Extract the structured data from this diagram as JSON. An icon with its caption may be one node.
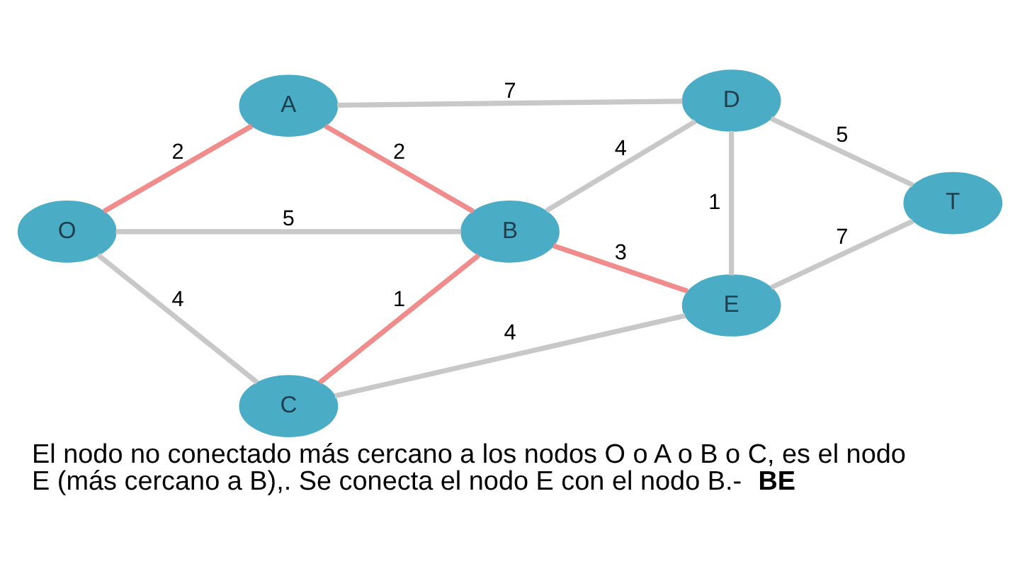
{
  "diagram": {
    "caption": "El nodo no conectado más cercano a los nodos O o A o B o C, es el nodo E (más cercano a B),. Se conecta el nodo E con el nodo B.- **BE**",
    "nodes": [
      {
        "text": [
          "O"
        ]
      },
      {
        "text": [
          "A"
        ]
      },
      {
        "text": [
          "C"
        ]
      },
      {
        "text": [
          "B"
        ]
      },
      {
        "text": [
          "D"
        ]
      },
      {
        "text": [
          "E"
        ]
      },
      {
        "text": [
          "T"
        ]
      }
    ],
    "edges": [
      {
        "from": 0,
        "to": 1,
        "arrow": "none",
        "label": "2",
        "color": "#f08c8c"
      },
      {
        "from": 0,
        "to": 3,
        "arrow": "none",
        "label": "5"
      },
      {
        "from": 0,
        "to": 2,
        "arrow": "none",
        "label": "4"
      },
      {
        "from": 1,
        "to": 3,
        "arrow": "none",
        "label": "2",
        "color": "#f08c8c"
      },
      {
        "from": 1,
        "to": 4,
        "arrow": "none",
        "label": "7"
      },
      {
        "from": 2,
        "to": 3,
        "arrow": "none",
        "label": "1",
        "color": "#f08c8c"
      },
      {
        "from": 3,
        "to": 4,
        "arrow": "none",
        "label": "4"
      },
      {
        "from": 3,
        "to": 5,
        "arrow": "none",
        "label": "3",
        "color": "#f08c8c"
      },
      {
        "from": 2,
        "to": 5,
        "arrow": "none",
        "label": "4"
      },
      {
        "from": 4,
        "to": 5,
        "arrow": "none",
        "label": "1"
      },
      {
        "from": 4,
        "to": 6,
        "arrow": "none",
        "label": "5"
      },
      {
        "from": 5,
        "to": 6,
        "arrow": "none",
        "label": "7"
      }
    ]
  }
}
